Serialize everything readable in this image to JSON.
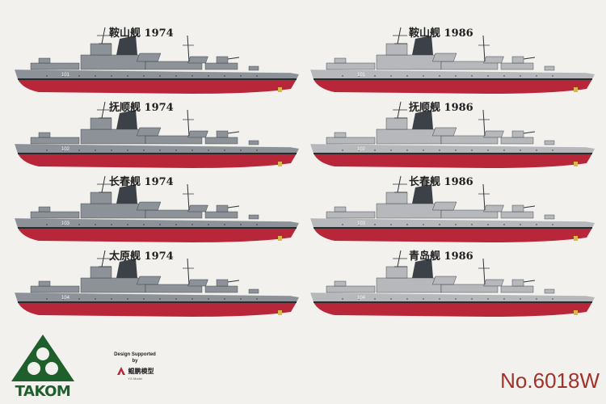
{
  "ships": [
    {
      "name": "鞍山舰 1974",
      "hull": "101",
      "scheme": "1974"
    },
    {
      "name": "鞍山舰 1986",
      "hull": "101",
      "scheme": "1986"
    },
    {
      "name": "抚顺舰 1974",
      "hull": "102",
      "scheme": "1974"
    },
    {
      "name": "抚顺舰 1986",
      "hull": "102",
      "scheme": "1986"
    },
    {
      "name": "长春舰 1974",
      "hull": "103",
      "scheme": "1974"
    },
    {
      "name": "长春舰 1986",
      "hull": "103",
      "scheme": "1986"
    },
    {
      "name": "太原舰 1974",
      "hull": "104",
      "scheme": "1974"
    },
    {
      "name": "青岛舰 1986",
      "hull": "104",
      "scheme": "1986"
    }
  ],
  "colors": {
    "grey_1974": "#8d9299",
    "grey_1986": "#b6b8bb",
    "hull_red": "#b8263a",
    "boot_black": "#2b2b2b",
    "logo_green": "#1f5f2b",
    "product_red": "#a23229"
  },
  "branding": {
    "logo_text": "TAKOM",
    "design_line1": "Design Supported",
    "design_line2": "by",
    "design_brand": "鲲鹏模型",
    "design_sub": "YG Model",
    "product_number": "No.6018W"
  }
}
